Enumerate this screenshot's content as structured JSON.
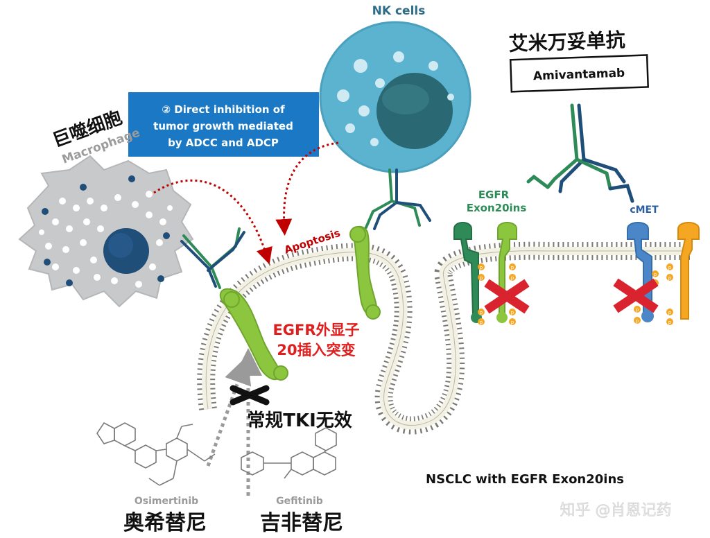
{
  "labels": {
    "nk_cells": "NK cells",
    "mab_cn": "艾米万妥单抗",
    "mab_en": "Amivantamab",
    "box_line1": "② Direct inhibition of",
    "box_line2": "tumor growth mediated",
    "box_line3": "by ADCC and ADCP",
    "macrophage_cn": "巨噬细胞",
    "macrophage_en": "Macrophage",
    "egfr_line1": "EGFR",
    "egfr_line2": "Exon20ins",
    "cmet": "cMET",
    "apoptosis": "Apoptosis",
    "exon_cn_line1": "EGFR外显子",
    "exon_cn_line2": "20插入突变",
    "tki_invalid": "常规TKI无效",
    "nsclc": "NSCLC with EGFR Exon20ins",
    "osimertinib_en": "Osimertinib",
    "osimertinib_cn": "奥希替尼",
    "gefitinib_en": "Gefitinib",
    "gefitinib_cn": "吉非替尼",
    "watermark": "知乎 @肖恩记药",
    "phospho": "p"
  },
  "colors": {
    "nk_body": "#5bb3d0",
    "nk_nucleus": "#2a6873",
    "blue_box": "#1b78c4",
    "macrophage": "#c8c9ca",
    "macro_nucleus": "#1f4e79",
    "green_receptor": "#8cc63f",
    "dark_green": "#2e8b57",
    "cmet_blue": "#4a86c8",
    "orange": "#f5a623",
    "red": "#e01e1e",
    "dark_red": "#c00000",
    "antibody_blue": "#1f4e79",
    "antibody_green": "#2e8b57"
  }
}
